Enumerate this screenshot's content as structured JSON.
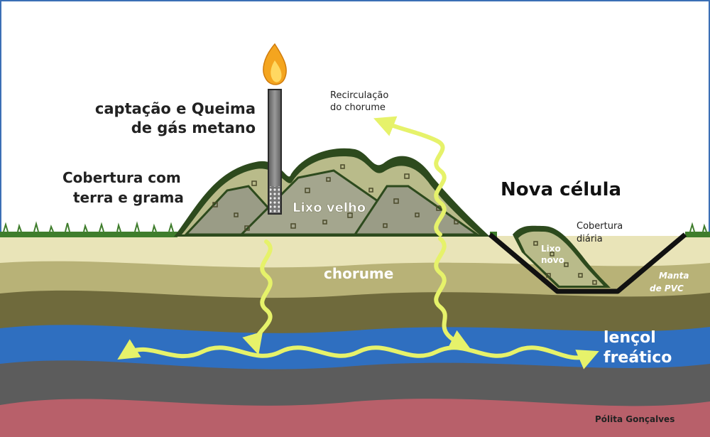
{
  "labels": {
    "flare": [
      "captação e Queima",
      "de gás metano"
    ],
    "cover": [
      "Cobertura com",
      "terra e grama"
    ],
    "recirc": [
      "Recirculação",
      "do chorume"
    ],
    "old_waste": "Lixo velho",
    "new_cell": "Nova célula",
    "daily_cover": [
      "Cobertura",
      "diária"
    ],
    "new_waste": [
      "Lixo",
      "novo"
    ],
    "leachate": "chorume",
    "liner": [
      "Manta",
      "de PVC"
    ],
    "water_table": [
      "lençol",
      "freático"
    ],
    "credit": "Pólita Gonçalves"
  },
  "colors": {
    "soil_top": "#e9e4b8",
    "soil_olive": "#b8b277",
    "soil_dark": "#6f6a3c",
    "water": "#2f6fc0",
    "rock_gray": "#5c5c5c",
    "rock_red": "#b8606a",
    "waste": "#b9bb8a",
    "arrow": "#e6f26a",
    "flame": "#f4a51f",
    "grass": "#3f7d2c"
  }
}
